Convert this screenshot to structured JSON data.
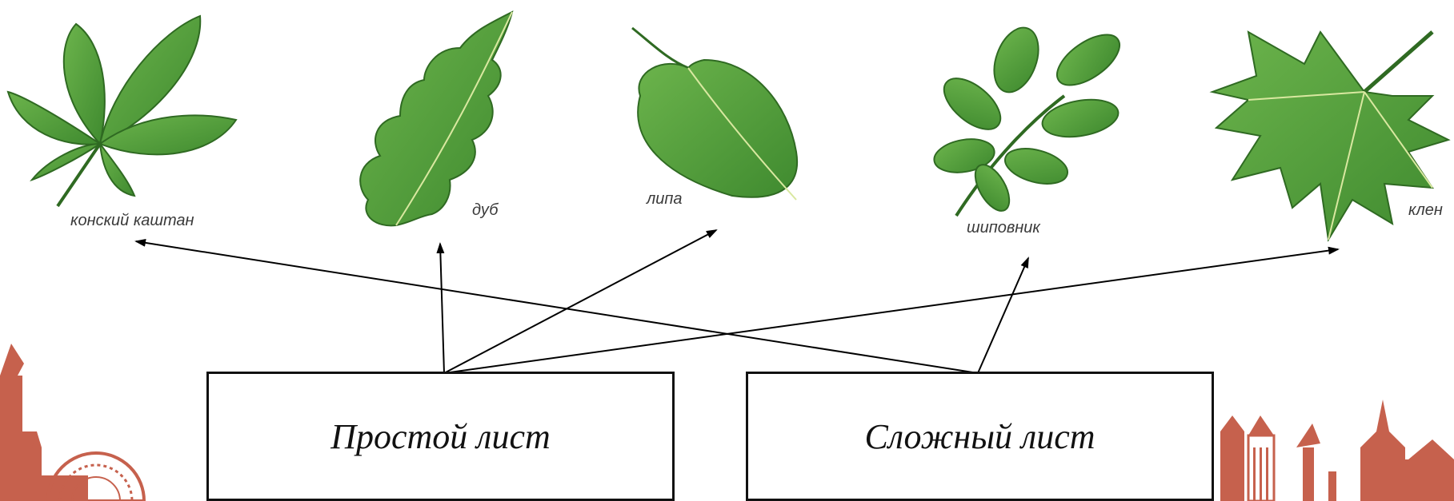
{
  "leaves": [
    {
      "id": "chestnut",
      "label": "конский каштан"
    },
    {
      "id": "oak",
      "label": "дуб"
    },
    {
      "id": "linden",
      "label": "липа"
    },
    {
      "id": "rosehip",
      "label": "шиповник"
    },
    {
      "id": "maple",
      "label": "клен"
    }
  ],
  "boxes": {
    "simple": "Простой лист",
    "compound": "Сложный лист"
  },
  "colors": {
    "leaf_green": "#4f9a3a",
    "leaf_dark": "#2f6a22",
    "decor_red": "#c0503a"
  }
}
